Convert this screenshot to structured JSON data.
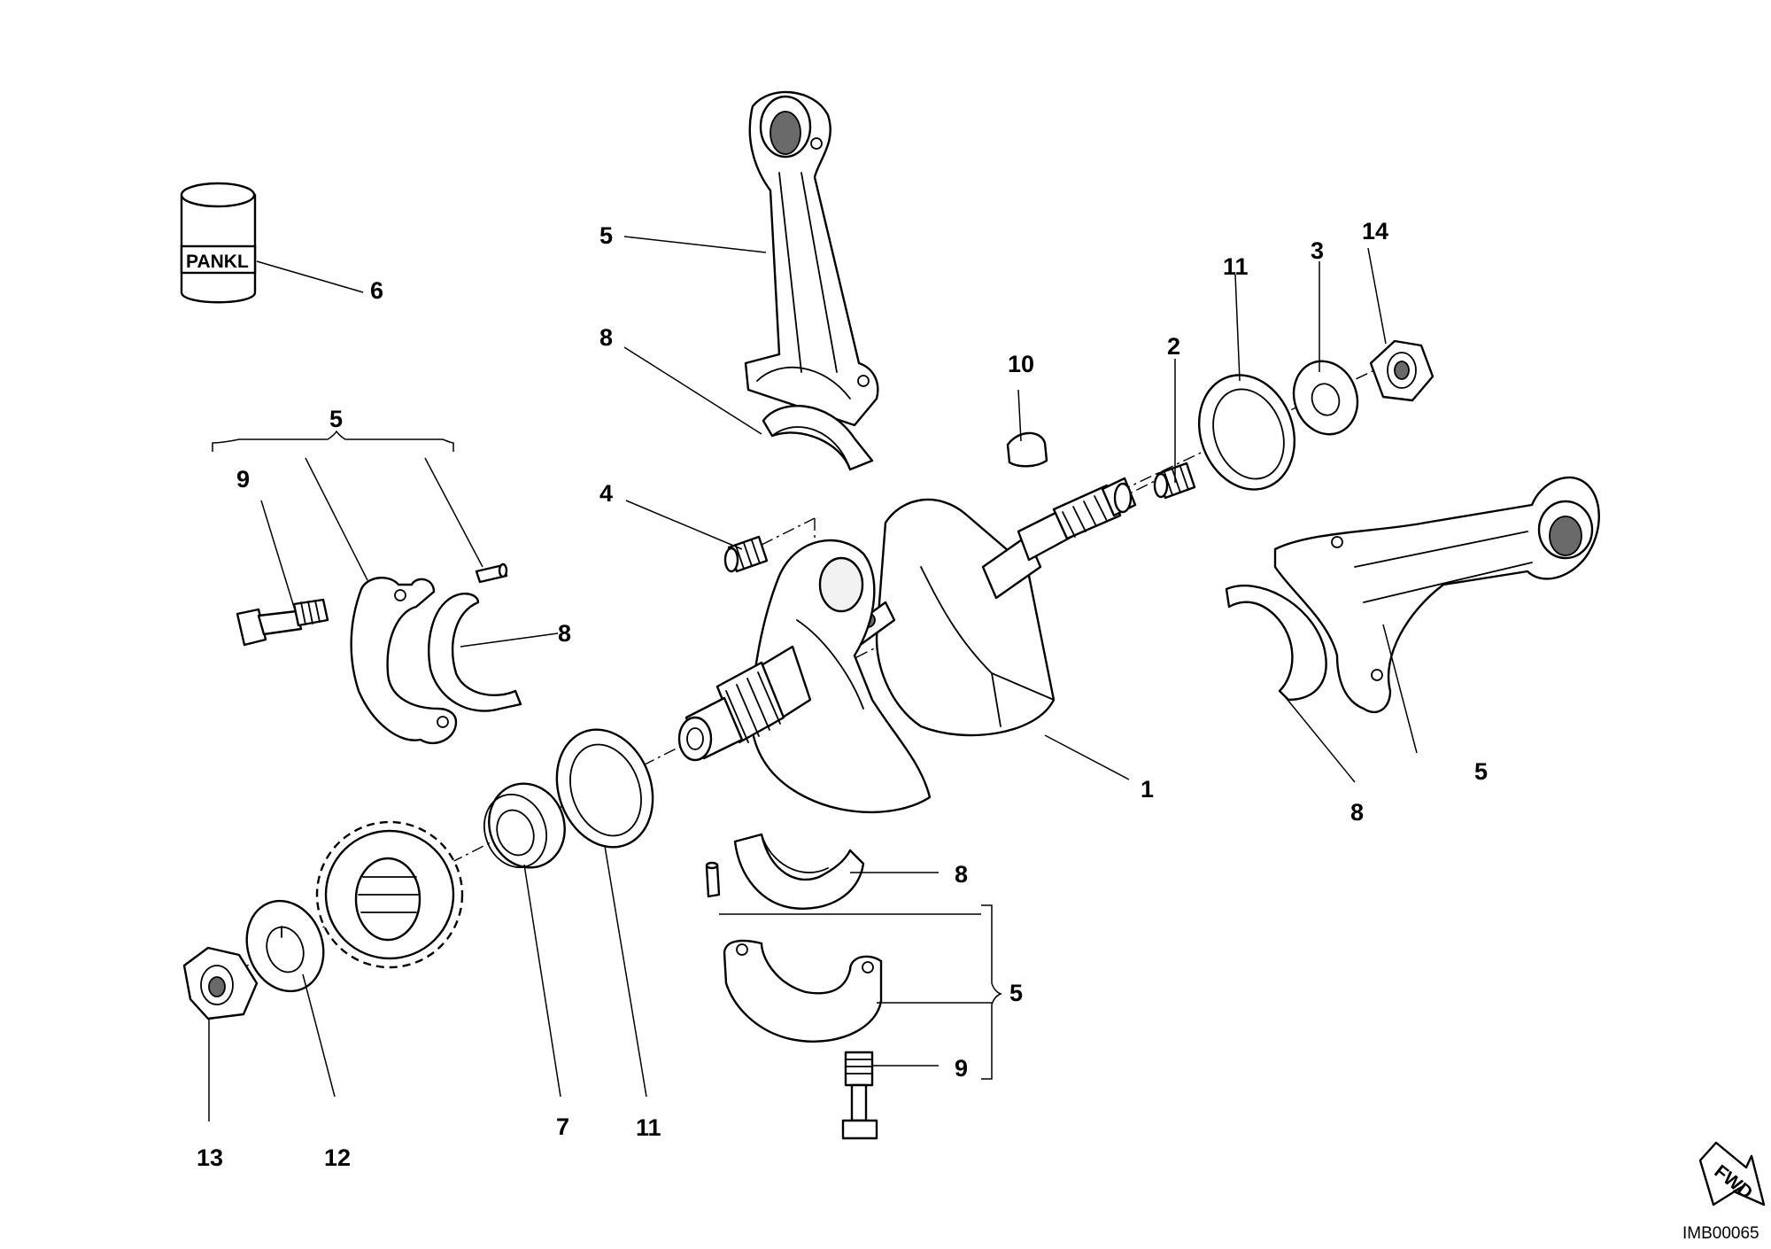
{
  "diagram": {
    "callouts": {
      "c_crankshaft": "1",
      "c_plug_right": "2",
      "c_washer_right": "3",
      "c_plug_left": "4",
      "c_rod_top": "5",
      "c_rod_left_group": "5",
      "c_rod_right": "5",
      "c_rod_bottom_group": "5",
      "c_pankl": "6",
      "c_seal": "7",
      "c_bearing_top": "8",
      "c_bearing_left": "8",
      "c_bearing_right": "8",
      "c_bearing_bottom": "8",
      "c_bolt_left": "9",
      "c_bolt_bottom": "9",
      "c_key": "10",
      "c_shim_right": "11",
      "c_shim_left": "11",
      "c_lockwasher": "12",
      "c_nut": "13",
      "c_nut_right": "14"
    },
    "pankl_label": "PANKL",
    "fwd_label": "FWD",
    "drawing_code": "IMB00065"
  }
}
